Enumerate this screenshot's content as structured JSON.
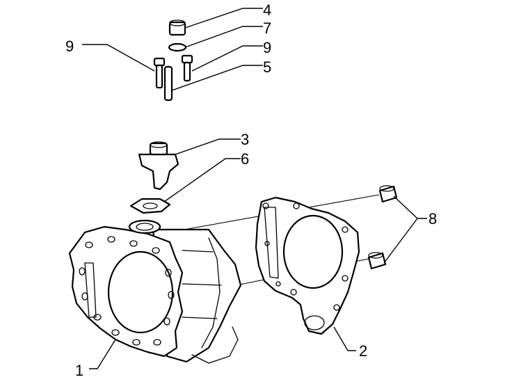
{
  "callouts": [
    {
      "id": "4",
      "label": "4"
    },
    {
      "id": "7",
      "label": "7"
    },
    {
      "id": "9a",
      "label": "9"
    },
    {
      "id": "9b",
      "label": "9"
    },
    {
      "id": "5",
      "label": "5"
    },
    {
      "id": "3",
      "label": "3"
    },
    {
      "id": "6",
      "label": "6"
    },
    {
      "id": "8",
      "label": "8"
    },
    {
      "id": "2",
      "label": "2"
    },
    {
      "id": "1",
      "label": "1"
    }
  ]
}
